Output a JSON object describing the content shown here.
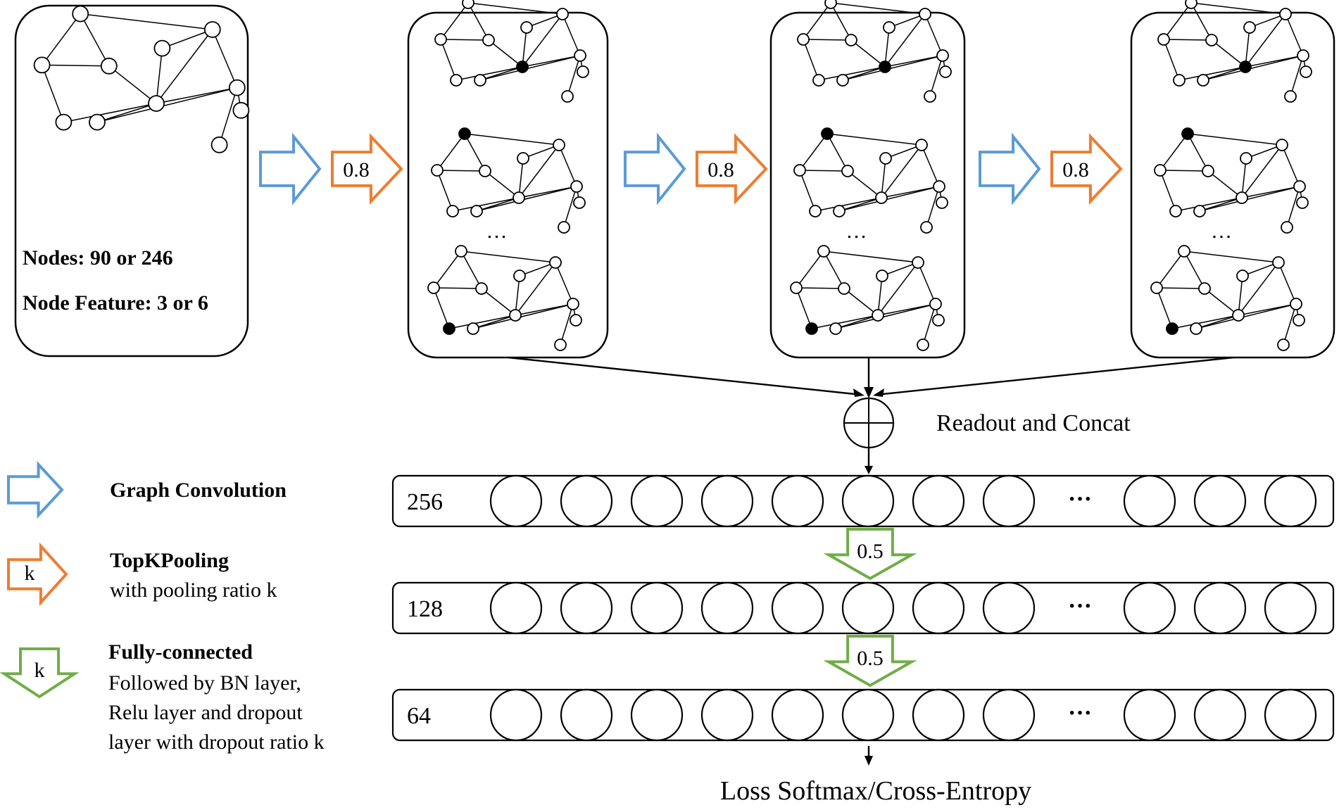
{
  "input": {
    "nodes_label": "Nodes: 90 or 246",
    "feature_label": "Node Feature: 3 or 6"
  },
  "pool_ratio": "0.8",
  "stacks": [
    {
      "ellipsis": "…",
      "selected": [
        1,
        9,
        7
      ]
    },
    {
      "ellipsis": "…",
      "selected": [
        1,
        9,
        7
      ]
    },
    {
      "ellipsis": "…",
      "selected": [
        1,
        9,
        7
      ]
    }
  ],
  "readout": {
    "label": "Readout and Concat"
  },
  "layers": [
    {
      "size": "256",
      "ellipsis": "···"
    },
    {
      "size": "128",
      "ellipsis": "···"
    },
    {
      "size": "64",
      "ellipsis": "···"
    }
  ],
  "dropout_ratio": "0.5",
  "output": {
    "label": "Loss Softmax/Cross-Entropy"
  },
  "legend": {
    "gc": {
      "title": "Graph Convolution"
    },
    "pool": {
      "title": "TopKPooling",
      "desc": "with pooling ratio k",
      "symbol": "k"
    },
    "fc": {
      "title": "Fully-connected",
      "lines": [
        "Followed by  BN layer,",
        "Relu layer and dropout",
        "layer with dropout ratio k"
      ],
      "symbol": "k"
    }
  },
  "colors": {
    "graph_conv": "#5b9bd5",
    "pooling": "#ed7d31",
    "fully_connected": "#70ad47"
  }
}
